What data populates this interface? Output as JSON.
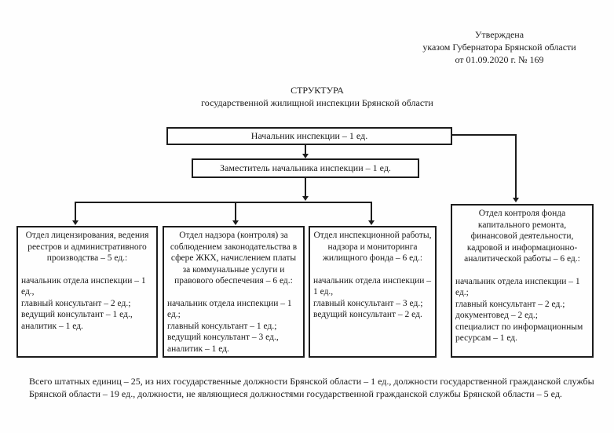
{
  "approval": {
    "line1": "Утверждена",
    "line2": "указом Губернатора Брянской области",
    "line3": "от  01.09.2020 г. № 169"
  },
  "title": {
    "line1": "СТРУКТУРА",
    "line2": "государственной жилищной инспекции Брянской области"
  },
  "org": {
    "chief": "Начальник инспекции – 1 ед.",
    "deputy": "Заместитель начальника инспекции – 1 ед."
  },
  "departments": [
    {
      "heading": "Отдел лицензирования, ведения реестров и административного производства  – 5 ед.:",
      "staff": [
        "начальник отдела инспекции – 1 ед.,",
        "главный консультант – 2 ед.;",
        "ведущий консультант – 1 ед.,",
        "аналитик – 1 ед."
      ]
    },
    {
      "heading": "Отдел надзора (контроля) за соблюдением законодательства в сфере ЖКХ, начислением платы за коммунальные услуги и правового обеспечения  – 6 ед.:",
      "staff": [
        "начальник отдела инспекции – 1 ед.;",
        "главный консультант – 1 ед.;",
        "ведущий консультант – 3 ед.,",
        "аналитик – 1 ед."
      ]
    },
    {
      "heading": "Отдел инспекционной работы, надзора и мониторинга жилищного фонда  – 6 ед.:",
      "staff": [
        "начальник отдела инспекции – 1 ед.,",
        "главный консультант – 3 ед.;",
        "ведущий консультант  – 2 ед."
      ]
    },
    {
      "heading": "Отдел контроля фонда капитального ремонта, финансовой деятельности, кадровой и информационно-аналитической работы – 6 ед.:",
      "staff": [
        "начальник отдела инспекции – 1 ед.;",
        "главный консультант –  2 ед.;",
        "документовед –  2 ед.;",
        "специалист по информационным ресурсам –  1 ед."
      ]
    }
  ],
  "footer": {
    "text": "Всего штатных единиц – 25, из них государственные должности Брянской области – 1 ед., должности государственной гражданской службы Брянской области – 19 ед., должности, не являющиеся должностями государственной гражданской службы Брянской области – 5 ед."
  },
  "colors": {
    "text": "#1a1a1a",
    "line": "#1c1c1c",
    "background": "#fefefe"
  }
}
